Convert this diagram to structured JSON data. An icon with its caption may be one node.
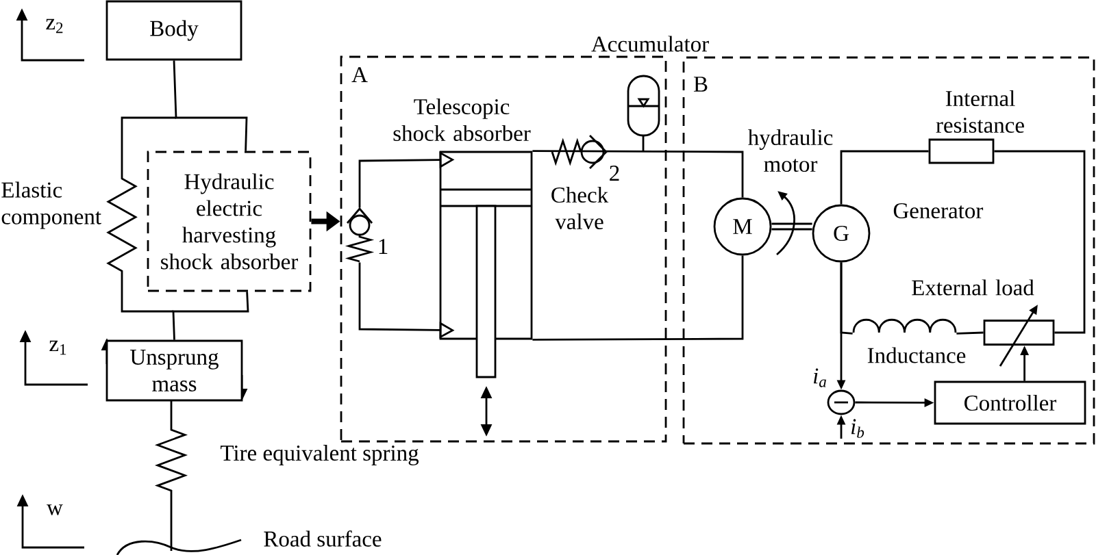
{
  "diagram": {
    "nodes": [
      {
        "text": [
          "Body"
        ]
      },
      {
        "text": [
          "Hydraulic electric harvesting shock absorber"
        ]
      },
      {
        "text": [
          "Unsprung mass"
        ]
      },
      {
        "text": [
          "A"
        ]
      },
      {
        "text": [
          "B"
        ]
      },
      {
        "text": [
          "M"
        ],
        "in": 4,
        "beside": [
          "hydraulic motor"
        ]
      },
      {
        "text": [
          "G"
        ],
        "in": 4,
        "beside": [
          "Generator"
        ]
      },
      {
        "text": [
          "Internal resistance"
        ],
        "in": 4
      },
      {
        "text": [
          "External load"
        ],
        "in": 4
      },
      {
        "text": [
          "Inductance"
        ],
        "in": 4
      },
      {
        "text": [],
        "shape": "circle",
        "in": 4
      },
      {
        "text": [
          "Controller"
        ],
        "in": 4
      },
      {
        "text": [
          "Telescopic shock absorber"
        ],
        "in": 3
      },
      {
        "text": [],
        "shape": "valve",
        "in": 3,
        "beside": [
          "1"
        ]
      }
    ],
    "edges": [
      {
        "from": 0,
        "to": 1,
        "arrow": "none"
      },
      {
        "from": 1,
        "to": 2,
        "arrow": "none"
      },
      {
        "from": 1,
        "to": 3,
        "arrow": "to",
        "style": "thick"
      },
      {
        "from": 5,
        "to": 6,
        "arrow": "none"
      },
      {
        "from": 6,
        "to": 7,
        "arrow": "none"
      },
      {
        "from": 7,
        "to": 8,
        "arrow": "none"
      },
      {
        "from": 8,
        "to": 9,
        "arrow": "none"
      },
      {
        "from": 9,
        "to": 6,
        "arrow": "none"
      },
      {
        "from": 6,
        "to": 10,
        "arrow": "to",
        "label": "i$_{a}$"
      },
      {
        "from": null,
        "to": 10,
        "arrow": "to",
        "label": "i$_{b}$"
      },
      {
        "from": 10,
        "to": 11,
        "arrow": "to"
      },
      {
        "from": 11,
        "to": 8,
        "arrow": "to"
      },
      {
        "from": 12,
        "to": 5,
        "arrow": "none"
      },
      {
        "from": 12,
        "to": 5,
        "arrow": "none"
      },
      {
        "from": 13,
        "to": 12,
        "arrow": "to"
      },
      {
        "from": 13,
        "to": 12,
        "arrow": "to"
      }
    ],
    "labels": [
      "z$_{2}$",
      "Accumulator",
      "2",
      "Check valve",
      "Elastic component",
      "z$_{1}$",
      "Tire equivalent spring",
      "w",
      "Road surface"
    ]
  }
}
